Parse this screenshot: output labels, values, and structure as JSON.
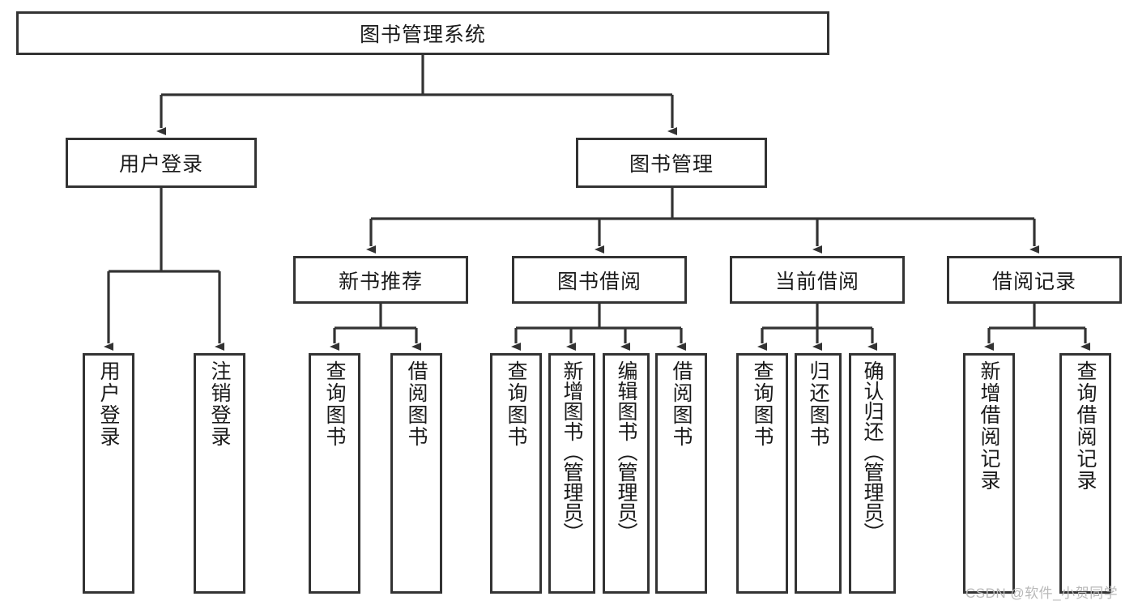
{
  "diagram": {
    "type": "tree",
    "title": "图书管理系统",
    "colors": {
      "stroke": "#333333",
      "fill": "#ffffff",
      "text": "#1a1a1a",
      "watermark": "#b9b9b9"
    },
    "levels": {
      "root": {
        "label": "图书管理系统"
      },
      "level2": [
        {
          "label": "用户登录"
        },
        {
          "label": "图书管理"
        }
      ],
      "level3": [
        {
          "label": "新书推荐"
        },
        {
          "label": "图书借阅"
        },
        {
          "label": "当前借阅"
        },
        {
          "label": "借阅记录"
        }
      ],
      "leaves": [
        {
          "label": "用户登录",
          "parent": "用户登录"
        },
        {
          "label": "注销登录",
          "parent": "用户登录"
        },
        {
          "label": "查询图书",
          "parent": "新书推荐"
        },
        {
          "label": "借阅图书",
          "parent": "新书推荐"
        },
        {
          "label": "查询图书",
          "parent": "图书借阅"
        },
        {
          "label": "新增图书（管理员）",
          "parent": "图书借阅"
        },
        {
          "label": "编辑图书（管理员）",
          "parent": "图书借阅"
        },
        {
          "label": "借阅图书",
          "parent": "图书借阅"
        },
        {
          "label": "查询图书",
          "parent": "当前借阅"
        },
        {
          "label": "归还图书",
          "parent": "当前借阅"
        },
        {
          "label": "确认归还（管理员）",
          "parent": "当前借阅"
        },
        {
          "label": "新增借阅记录",
          "parent": "借阅记录"
        },
        {
          "label": "查询借阅记录",
          "parent": "借阅记录"
        }
      ]
    }
  },
  "watermark": {
    "text": "CSDN @软件_小贺同学"
  }
}
